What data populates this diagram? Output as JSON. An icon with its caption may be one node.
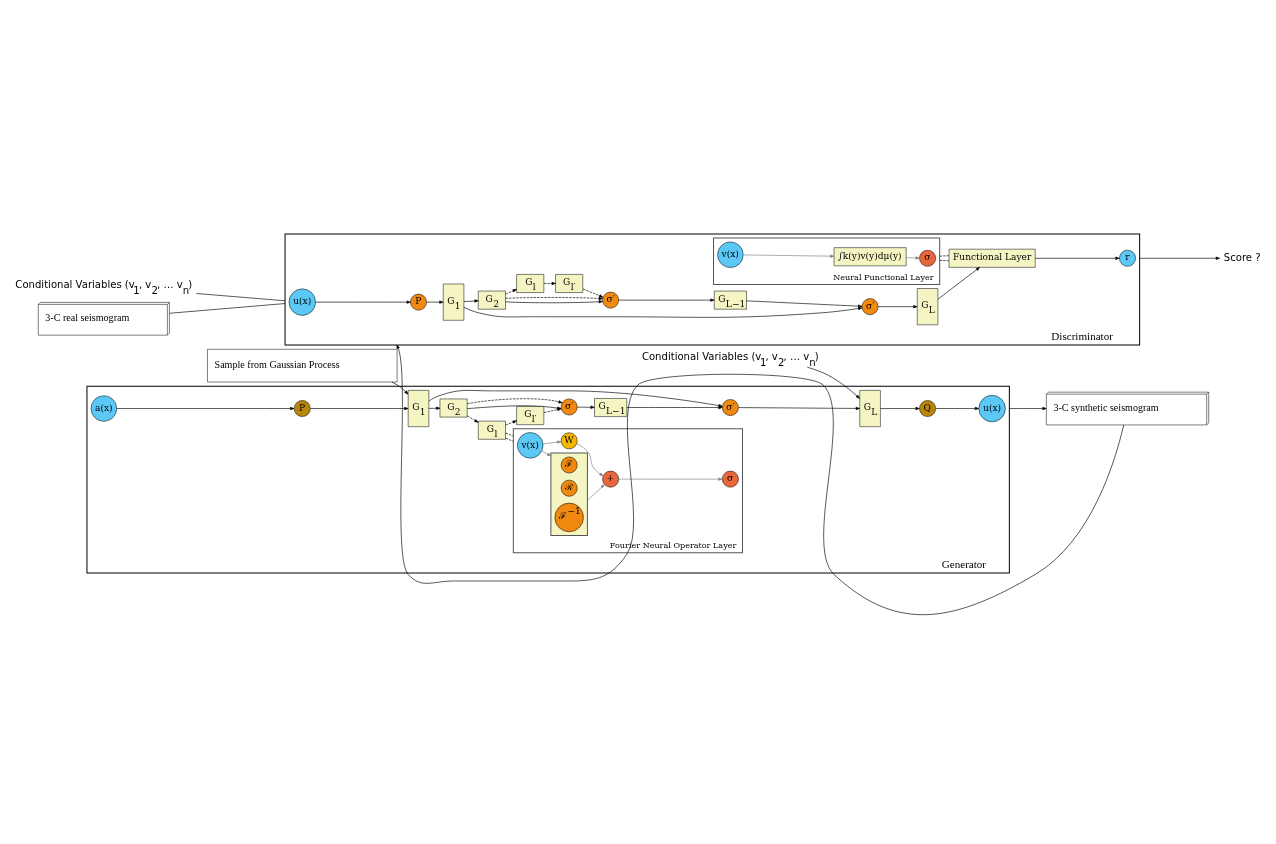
{
  "diagram": {
    "nodes": [
      {
        "text": [
          "Sample from Gaussian Process"
        ]
      },
      {
        "text": [
          "Conditional Variables (v$_{1}$, v$_{2}$, … v$_{n}$)"
        ]
      },
      {
        "text": [
          "Generator"
        ]
      },
      {
        "text": [
          "a(x)"
        ],
        "in": 2
      },
      {
        "text": [
          "P"
        ],
        "in": 2
      },
      {
        "text": [
          "G$_{1}$"
        ],
        "in": 2
      },
      {
        "text": [
          "σ′"
        ],
        "in": 2
      },
      {
        "text": [
          "G$_{L}$"
        ],
        "in": 2
      },
      {
        "text": [
          "Q"
        ],
        "in": 2
      },
      {
        "text": [
          "u(x)"
        ],
        "in": 2
      },
      {
        "text": [
          "G$_{2}$"
        ],
        "in": 2
      },
      {
        "text": [
          "σ′"
        ],
        "in": 2
      },
      {
        "text": [
          "G$_{L−1}$"
        ],
        "in": 2
      },
      {
        "text": [
          "G$_{l}$"
        ],
        "in": 2
      },
      {
        "text": [
          "G$_{l′}$"
        ],
        "in": 2
      },
      {
        "text": [
          "Fourier Neural Operator Layer"
        ],
        "in": 2
      },
      {
        "text": [
          "v(x)"
        ],
        "in": 15
      },
      {
        "text": [],
        "shape": "box",
        "in": 15
      },
      {
        "text": [
          "ℱ"
        ],
        "in": 17
      },
      {
        "text": [
          "ℛ"
        ],
        "in": 17
      },
      {
        "text": [
          "ℱ$^{−1}$"
        ],
        "in": 17
      },
      {
        "text": [
          "W"
        ],
        "in": 15
      },
      {
        "text": [
          "+"
        ],
        "in": 15
      },
      {
        "text": [
          "σ"
        ],
        "in": 15
      },
      {
        "text": [
          "3-C synthetic seismogram"
        ]
      },
      {
        "text": [
          "3-C real seismogram"
        ]
      },
      {
        "text": [
          "Conditional Variables (v$_{1}$, v$_{2}$, … v$_{n}$)"
        ]
      },
      {
        "text": [
          "Discriminator"
        ]
      },
      {
        "text": [
          "Neural Functional Layer"
        ],
        "in": 27
      },
      {
        "text": [
          "v(x)"
        ],
        "in": 28
      },
      {
        "text": [
          "∫k(y)v(y)dμ(y)"
        ],
        "in": 28
      },
      {
        "text": [
          "σ"
        ],
        "in": 28
      },
      {
        "text": [
          "u(x)"
        ],
        "in": 27
      },
      {
        "text": [
          "P"
        ],
        "in": 27
      },
      {
        "text": [
          "G$_{1}$"
        ],
        "in": 27
      },
      {
        "text": [
          "σ′"
        ],
        "in": 27
      },
      {
        "text": [
          "G$_{L}$"
        ],
        "in": 27
      },
      {
        "text": [
          "Functional Layer"
        ],
        "in": 27
      },
      {
        "text": [
          "r"
        ],
        "in": 27
      },
      {
        "text": [
          "G$_{2}$"
        ],
        "in": 27
      },
      {
        "text": [
          "σ′"
        ],
        "in": 27
      },
      {
        "text": [
          "G$_{L−1}$"
        ],
        "in": 27
      },
      {
        "text": [
          "G$_{l}$"
        ],
        "in": 27
      },
      {
        "text": [
          "G$_{l′}$"
        ],
        "in": 27
      },
      {
        "text": [
          "Score ?"
        ]
      }
    ],
    "edges": [
      {
        "from": 0,
        "to": 5,
        "arrow": "to"
      },
      {
        "from": 1,
        "to": 7,
        "arrow": "to"
      },
      {
        "from": 3,
        "to": 4,
        "arrow": "to"
      },
      {
        "from": 4,
        "to": 5,
        "arrow": "to"
      },
      {
        "from": 5,
        "to": 6,
        "arrow": "to"
      },
      {
        "from": 6,
        "to": 7,
        "arrow": "to"
      },
      {
        "from": 7,
        "to": 8,
        "arrow": "to"
      },
      {
        "from": 8,
        "to": 9,
        "arrow": "to"
      },
      {
        "from": 5,
        "to": 10,
        "arrow": "to"
      },
      {
        "from": 10,
        "to": 11,
        "arrow": "to"
      },
      {
        "from": 11,
        "to": 12,
        "arrow": "to"
      },
      {
        "from": 12,
        "to": 6,
        "arrow": "to"
      },
      {
        "from": 10,
        "to": 11,
        "arrow": "to",
        "style": "dashed"
      },
      {
        "from": 10,
        "to": 13,
        "arrow": "to",
        "style": "dashed"
      },
      {
        "from": 13,
        "to": 14,
        "arrow": "to",
        "style": "dashed"
      },
      {
        "from": 14,
        "to": 11,
        "arrow": "to",
        "style": "dashed"
      },
      {
        "from": 13,
        "to": 15,
        "arrow": "none",
        "style": "dashed"
      },
      {
        "from": 13,
        "to": 15,
        "arrow": "none",
        "style": "dashed"
      },
      {
        "from": 16,
        "to": 17,
        "arrow": "to",
        "color": "#808080"
      },
      {
        "from": 17,
        "to": 22,
        "arrow": "to",
        "color": "#808080"
      },
      {
        "from": 16,
        "to": 21,
        "arrow": "to",
        "color": "#808080"
      },
      {
        "from": 21,
        "to": 22,
        "arrow": "to",
        "color": "#808080"
      },
      {
        "from": 22,
        "to": 23,
        "arrow": "to",
        "color": "#808080"
      },
      {
        "from": 2,
        "to": 24,
        "arrow": "to"
      },
      {
        "from": 24,
        "to": 27,
        "arrow": "to"
      },
      {
        "from": 25,
        "to": 27,
        "arrow": "none"
      },
      {
        "from": 26,
        "to": 27,
        "arrow": "none"
      },
      {
        "from": 27,
        "to": 44,
        "arrow": "to"
      },
      {
        "from": 29,
        "to": 30,
        "arrow": "to",
        "color": "#808080"
      },
      {
        "from": 30,
        "to": 31,
        "arrow": "to",
        "color": "#808080"
      },
      {
        "from": 28,
        "to": 37,
        "arrow": "none",
        "style": "dashed"
      },
      {
        "from": 28,
        "to": 37,
        "arrow": "none",
        "style": "dashed"
      },
      {
        "from": 32,
        "to": 33,
        "arrow": "to"
      },
      {
        "from": 33,
        "to": 34,
        "arrow": "to"
      },
      {
        "from": 34,
        "to": 35,
        "arrow": "to"
      },
      {
        "from": 35,
        "to": 36,
        "arrow": "to"
      },
      {
        "from": 36,
        "to": 37,
        "arrow": "to"
      },
      {
        "from": 37,
        "to": 38,
        "arrow": "to"
      },
      {
        "from": 34,
        "to": 39,
        "arrow": "to"
      },
      {
        "from": 39,
        "to": 40,
        "arrow": "to"
      },
      {
        "from": 40,
        "to": 41,
        "arrow": "to"
      },
      {
        "from": 41,
        "to": 35,
        "arrow": "to"
      },
      {
        "from": 39,
        "to": 40,
        "arrow": "to",
        "style": "dashed"
      },
      {
        "from": 39,
        "to": 42,
        "arrow": "to",
        "style": "dashed"
      },
      {
        "from": 42,
        "to": 43,
        "arrow": "to",
        "style": "dashed"
      },
      {
        "from": 43,
        "to": 40,
        "arrow": "to",
        "style": "dashed"
      }
    ]
  }
}
